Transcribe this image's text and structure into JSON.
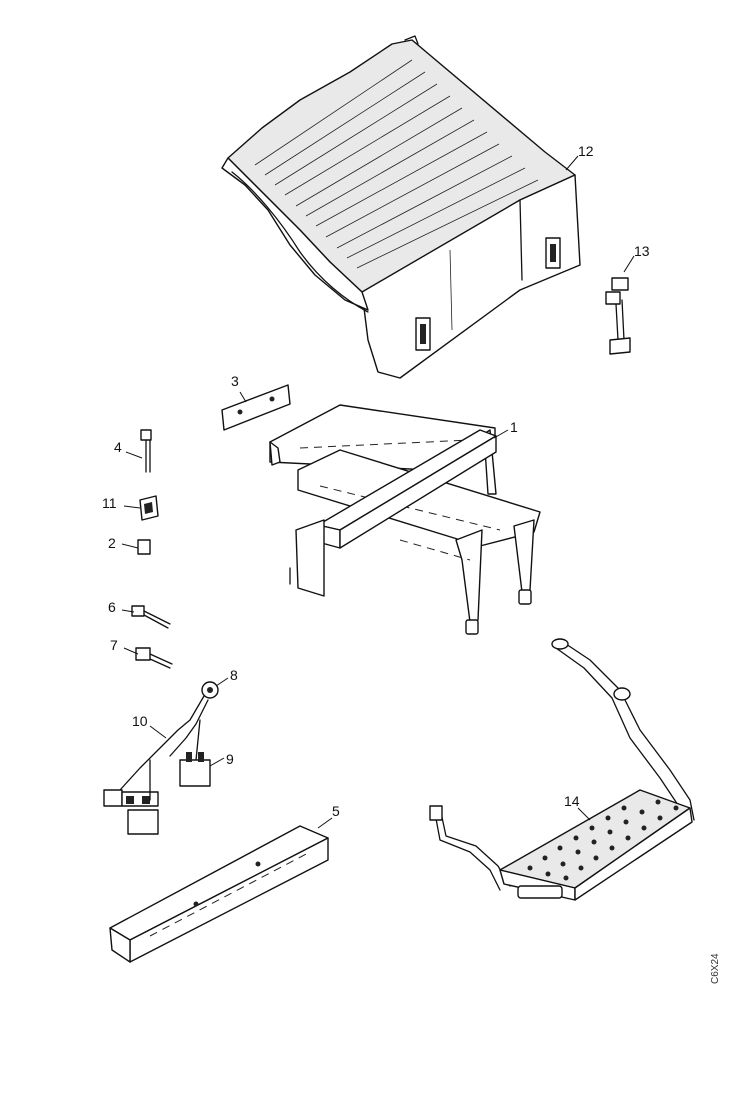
{
  "callouts": {
    "c1": "1",
    "c2": "2",
    "c3": "3",
    "c4": "4",
    "c5": "5",
    "c6": "6",
    "c7": "7",
    "c8": "8",
    "c9": "9",
    "c10": "10",
    "c11": "11",
    "c12": "12",
    "c13": "13",
    "c14": "14"
  },
  "drawing_ref": "C6X24"
}
